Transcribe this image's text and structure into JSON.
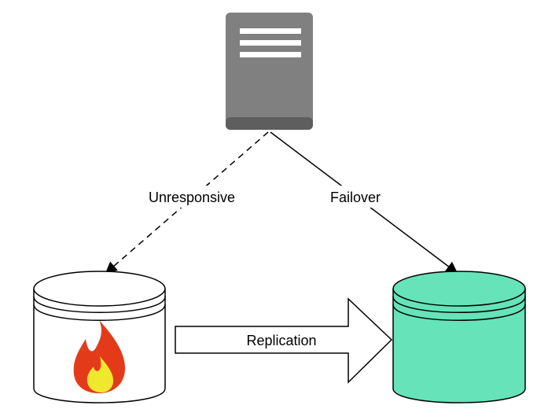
{
  "diagram": {
    "edges": {
      "unresponsive": {
        "label": "Unresponsive",
        "style": "dashed"
      },
      "failover": {
        "label": "Failover",
        "style": "solid"
      },
      "replication": {
        "label": "Replication"
      }
    },
    "nodes": {
      "server": {
        "icon": "server-icon",
        "color": "#7a7a7a"
      },
      "primary_database": {
        "icon": "database-icon",
        "status_icon": "fire-icon",
        "color": "#ffffff"
      },
      "replica_database": {
        "icon": "database-icon",
        "color": "#66e3b8"
      }
    }
  }
}
